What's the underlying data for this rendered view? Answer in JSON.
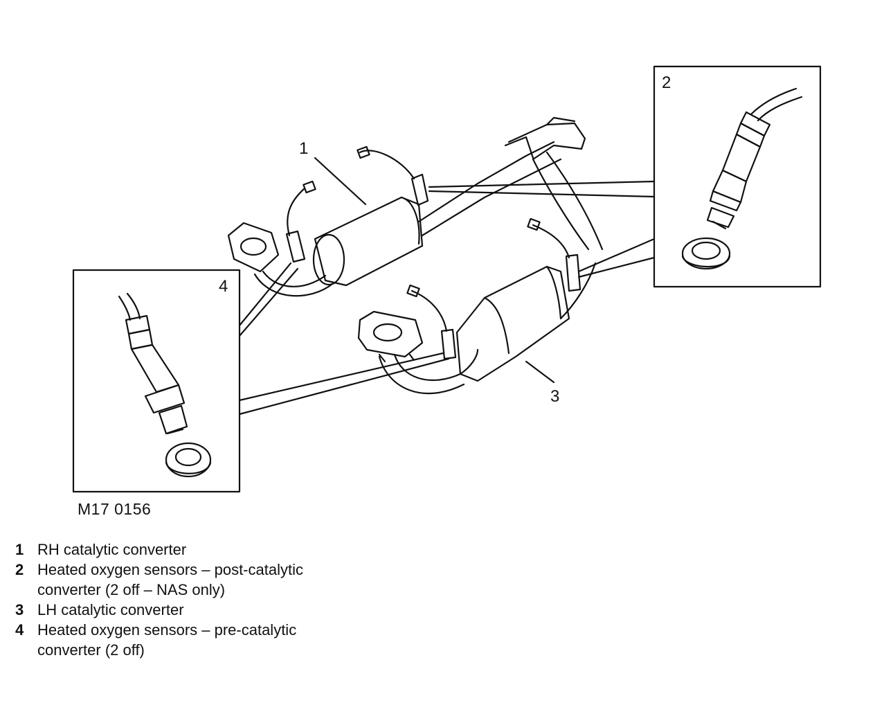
{
  "diagram": {
    "callouts": {
      "rh_converter": "1",
      "post_sensor_inset": "2",
      "lh_converter": "3",
      "pre_sensor_inset": "4"
    },
    "figure_ref": "M17 0156"
  },
  "legend": [
    {
      "num": "1",
      "text": "RH catalytic converter"
    },
    {
      "num": "2",
      "text": "Heated oxygen sensors – post-catalytic\nconverter (2 off – NAS only)"
    },
    {
      "num": "3",
      "text": "LH catalytic converter"
    },
    {
      "num": "4",
      "text": "Heated oxygen sensors – pre-catalytic\nconverter (2 off)"
    }
  ]
}
